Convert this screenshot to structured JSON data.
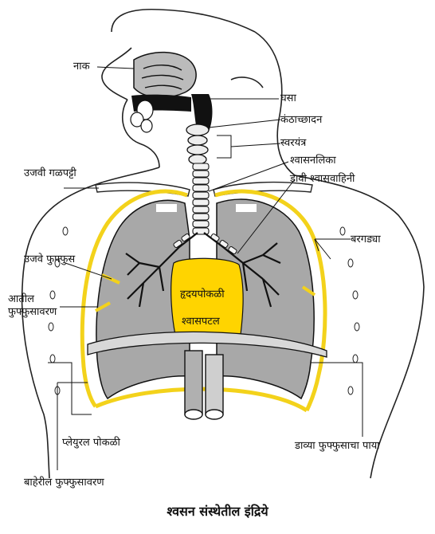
{
  "caption": "श्वसन संस्थेतील इंद्रिये",
  "labels": {
    "nose": "नाक",
    "pharynx": "घसा",
    "epiglottis": "कंठाच्छादन",
    "larynx": "स्वरयंत्र",
    "trachea": "श्वासनलिका",
    "left_bronchus": "डावी श्वासवाहिनी",
    "right_collarbone": "उजवी गळपट्टी",
    "ribs": "बरगड्या",
    "right_lung": "उजवे फुफ्फुस",
    "inner_pleura": "आतील फुफ्फुसावरण",
    "heart_cavity": "हृदयपोकळी",
    "diaphragm": "श्वासपटल",
    "pleural_cavity": "प्लेयुरल पोकळी",
    "left_lung_base": "डाव्या फुफ्फुसाचा पाया",
    "outer_pleura": "बाहेरील फुफ्फुसावरण"
  },
  "colors": {
    "pleura": "#f3d21b",
    "lung": "#a8a8a8",
    "heart": "#ffd400",
    "outline": "#111111"
  }
}
